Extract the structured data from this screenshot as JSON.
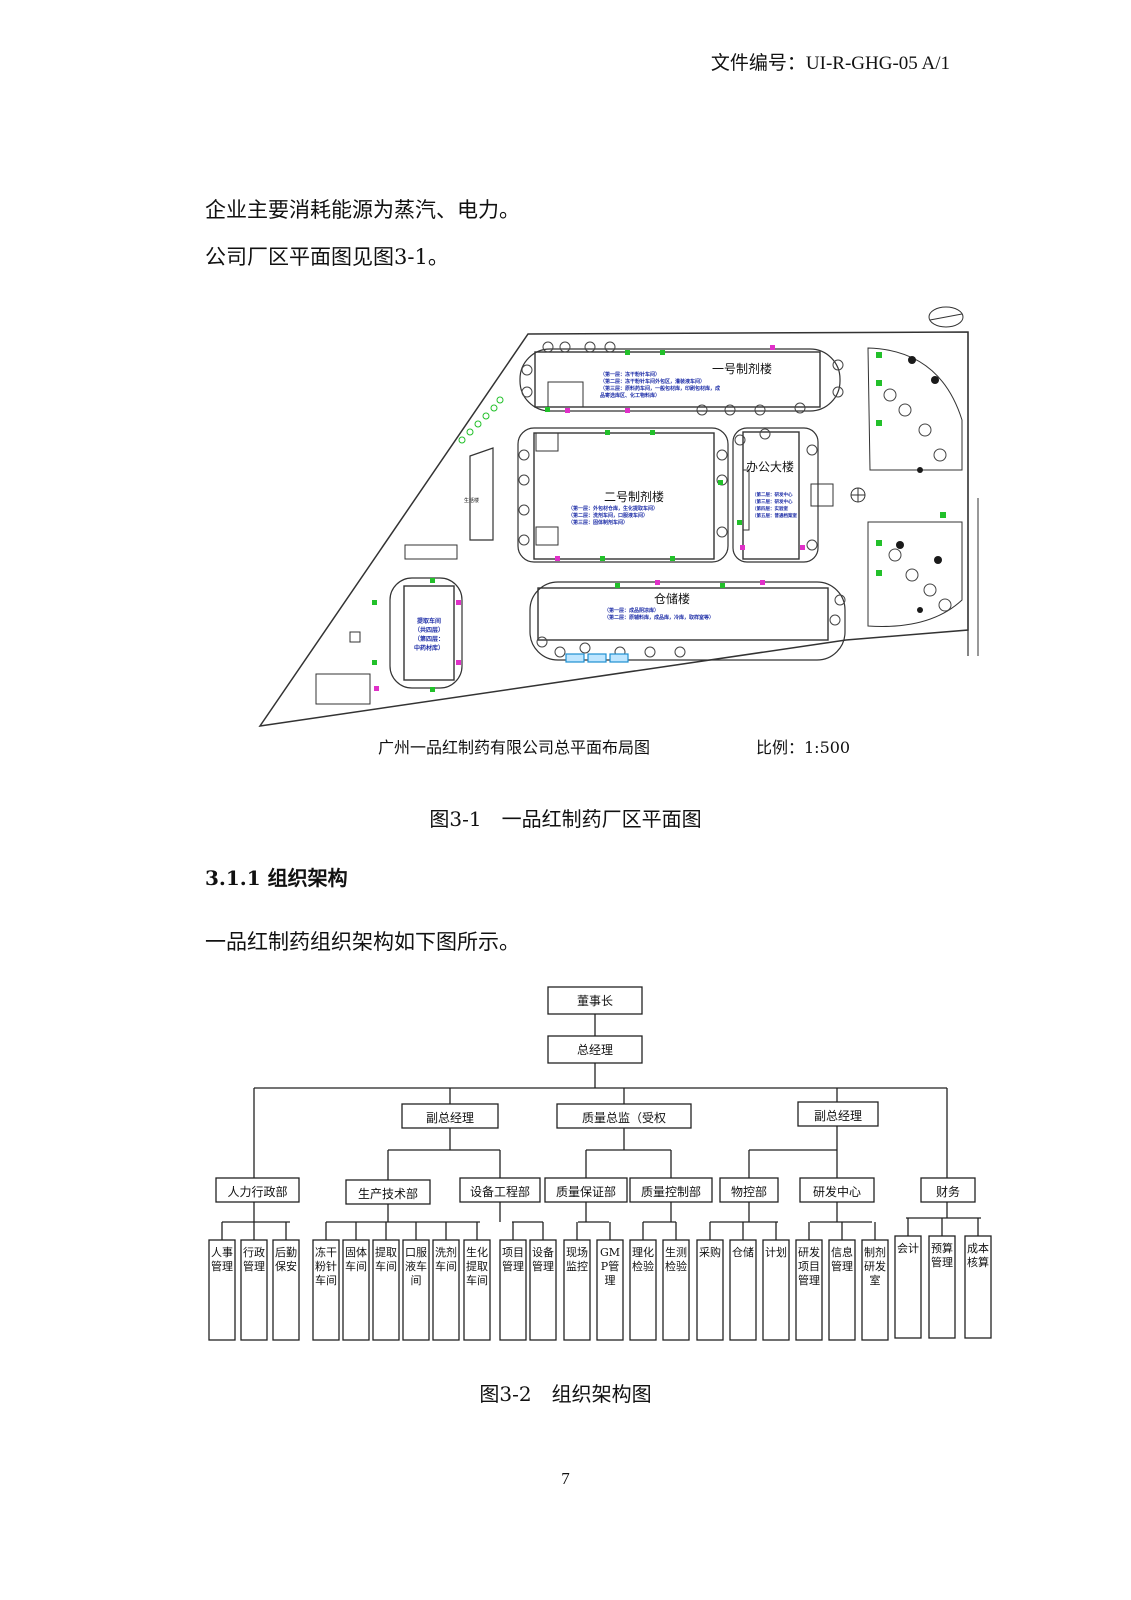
{
  "header": {
    "doc_number": "文件编号：UI-R-GHG-05 A/1"
  },
  "body": {
    "para1": "企业主要消耗能源为蒸汽、电力。",
    "para2": "公司厂区平面图见图3-1。",
    "heading_311": "3.1.1 组织架构",
    "para3": "一品红制药组织架构如下图所示。"
  },
  "site_plan": {
    "caption_inner": "广州一品红制药有限公司总平面布局图",
    "scale": "比例：1:500",
    "buildings": {
      "b1": "一号制剂楼",
      "b2": "二号制剂楼",
      "office": "办公大楼",
      "warehouse": "仓储楼",
      "extract": "提取车间",
      "extract_sub": "（共四层）",
      "extract_sub2": "（第四层：",
      "extract_sub3": "中药材库）",
      "dorm": "生活楼"
    },
    "notes": {
      "b1_l1": "（第一层：冻干粉针车间）",
      "b1_l2": "（第二层：冻干粉针车间外包区，灌装液车间）",
      "b1_l3": "（第三层：原料药车间，一般包材库，印刷包材库，成",
      "b1_l4": "品寄选库区、化工物料库）",
      "b2_l1": "（第一层：外包材仓库，生化提取车间）",
      "b2_l2": "（第二层：洗剂车间，口服液车间）",
      "b2_l3": "（第三层：固体制剂车间）",
      "wh_l1": "（第一层：成品阴凉库）",
      "wh_l2": "（第二层：原辅料库，成品库，冷库，取样室等）",
      "off_l1": "（第二层：研发中心",
      "off_l2": "（第三层：研发中心",
      "off_l3": "（第四层：实验室",
      "off_l4": "（第五层：普通档案室"
    }
  },
  "fig31_caption": "图3-1　一品红制药厂区平面图",
  "org_chart": {
    "chairman": "董事长",
    "gm": "总经理",
    "vp_left": "副总经理",
    "qa_director": "质量总监（受权",
    "vp_right": "副总经理",
    "departments": [
      "人力行政部",
      "生产技术部",
      "设备工程部",
      "质量保证部",
      "质量控制部",
      "物控部",
      "研发中心",
      "财务"
    ],
    "units": [
      "人事管理",
      "行政管理",
      "后勤保安",
      "冻干粉针车间",
      "固体车间",
      "提取车间",
      "口服液车间",
      "洗剂车间",
      "生化提取车间",
      "项目管理",
      "设备管理",
      "现场监控",
      "GMP管理",
      "理化检验",
      "生测检验",
      "采购",
      "仓储",
      "计划",
      "研发项目管理",
      "信息管理",
      "制剂研发室",
      "会计",
      "预算管理",
      "成本核算"
    ]
  },
  "fig32_caption": "图3-2　组织架构图",
  "page_number": "7",
  "colors": {
    "note_blue": "#1f2fa8",
    "marker_green": "#22c02a",
    "marker_pink": "#e030c8"
  }
}
